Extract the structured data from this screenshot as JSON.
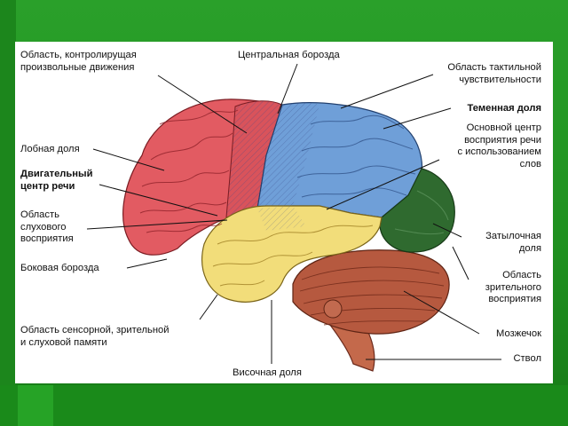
{
  "colors": {
    "background": "#22992a",
    "frontal": "#e25b62",
    "motor_strip": "#d9535b",
    "parietal": "#6f9fd8",
    "temporal": "#f2dd7a",
    "occipital": "#2f6a2f",
    "cerebellum": "#b6593f",
    "stem": "#c4694b"
  },
  "labels": {
    "motor_area": "Область, контролирущая\nпроизвольные движения",
    "central_sulcus": "Центральная борозда",
    "tactile_area": "Область тактильной\nчувствительности",
    "parietal_lobe": "Теменная доля",
    "speech_center": "Основной центр\nвосприятия речи\nс использованием\nслов",
    "frontal_lobe": "Лобная доля",
    "motor_speech": "Двигательный\nцентр речи",
    "auditory_area": "Область\nслухового\nвосприятия",
    "lateral_sulcus": "Боковая борозда",
    "occipital_lobe": "Затылочная\nдоля",
    "visual_area": "Область\nзрительного\nвосприятия",
    "cerebellum": "Мозжечок",
    "memory_area": "Область сенсорной, зрительной\nи слуховой памяти",
    "temporal_lobe": "Височная доля",
    "brainstem": "Ствол"
  }
}
